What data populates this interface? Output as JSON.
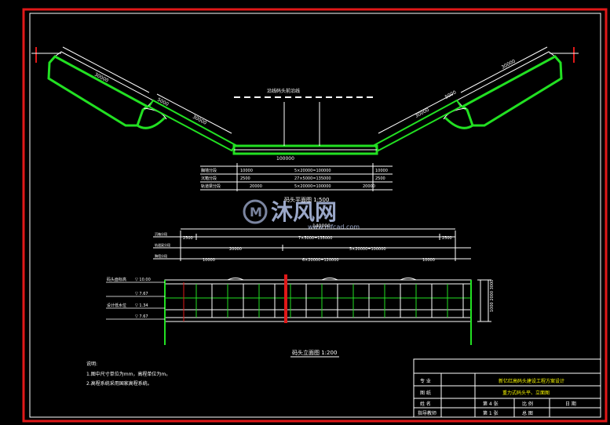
{
  "drawing": {
    "plan_label_top": "沿线码头前沿线",
    "plan_scale_label": "码头平面图 1:500",
    "elevation_title": "码头立面图 1:200",
    "vertical_dim_label": "1000 2000 3000",
    "dims_plan": {
      "left_arm_upper": "30000",
      "left_arm_mid": "30000",
      "left_arm_lower": "30000",
      "right_arm_upper": "30000",
      "right_arm_mid": "30000",
      "right_arm_lower": "30000",
      "left_corner": "5000",
      "right_corner": "5000",
      "centre_span": "100000"
    },
    "plan_rows": {
      "row1": {
        "label": "胸墙分段",
        "left": "10000",
        "mid": "5×20000=100000",
        "right": "10000"
      },
      "row2": {
        "label": "沉箱分段",
        "left": "2500",
        "mid": "27×5000=135000",
        "right": "2500"
      },
      "row3": {
        "label": "轨道梁分段",
        "left": "20000",
        "mid": "5×20000=100000",
        "right": "20000"
      }
    },
    "elev_rows": {
      "total": "140000",
      "row1": {
        "label": "沉箱分段",
        "left": "2500",
        "mid": "7×5000=135000",
        "right": "2500"
      },
      "row2": {
        "label": "轨道梁分段",
        "left": "20000",
        "mid": "5×20000=100000"
      },
      "row3": {
        "label": "胸墙分段",
        "left": "10000",
        "mid": "6×20000=120000",
        "right": "10000"
      }
    },
    "levels": [
      {
        "label": "码头面标高",
        "value": "▽ 10.00"
      },
      {
        "label": "",
        "value": "▽ 7.67"
      },
      {
        "label": "设计低水位",
        "value": "▽ 1.34"
      },
      {
        "label": "",
        "value": "▽ 7.67"
      }
    ],
    "notes": {
      "heading": "说明:",
      "items": [
        "1.图中尺寸单位为mm，高程单位为m。",
        "2.高程系统采用国家高程系统。"
      ]
    },
    "watermark": {
      "cn": "沐风网",
      "url": "www.mfcad.com"
    },
    "title_block": {
      "project_label": "专  业",
      "project_value": "新亿红高码头建设工程方案设计",
      "row2_label": "图  纸",
      "row2_value": "重力式码头平、立面图",
      "row3_label": "姓  名",
      "row3_value": "第 4 张",
      "row3_scale_label": "比  例",
      "row3_date_label": "日  期",
      "row4_label": "指导教师",
      "row4_value": "第 1 张",
      "row4_extra": "总  图"
    },
    "colors": {
      "frame_red": "#e01818",
      "inner_white": "#ffffff",
      "green": "#22e022",
      "cyan": "#00e0e0",
      "yellow": "#ffff00"
    }
  }
}
